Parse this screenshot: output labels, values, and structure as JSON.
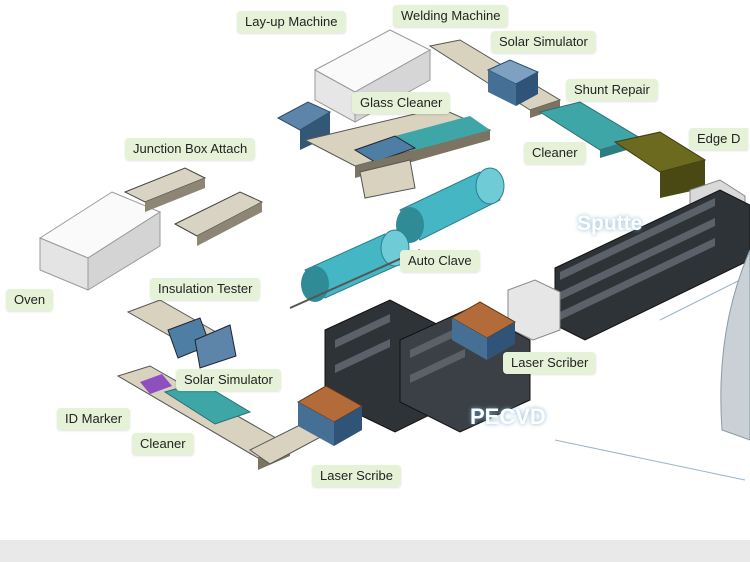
{
  "labels": {
    "layup": "Lay-up Machine",
    "welding": "Welding Machine",
    "solar_sim_top": "Solar Simulator",
    "shunt": "Shunt Repair",
    "edge": "Edge D",
    "glass_cleaner": "Glass Cleaner",
    "junction": "Junction Box Attach",
    "cleaner_right": "Cleaner",
    "oven": "Oven",
    "autoclave": "Auto Clave",
    "insulation": "Insulation Tester",
    "laser_right": "Laser Scriber",
    "solar_sim_bottom": "Solar Simulator",
    "id_marker": "ID Marker",
    "cleaner_left": "Cleaner",
    "laser_bottom": "Laser Scribe",
    "sputter": "Sputte",
    "pecvd": "PECVD"
  },
  "colors": {
    "label_bg": "#e6f2d8",
    "machine_white": "#f2f2f0",
    "machine_blue": "#3f6f97",
    "teal": "#3fa6a8",
    "cylinder": "#45b6c4",
    "olive": "#6b6a1e",
    "rack": "#2e3338"
  }
}
